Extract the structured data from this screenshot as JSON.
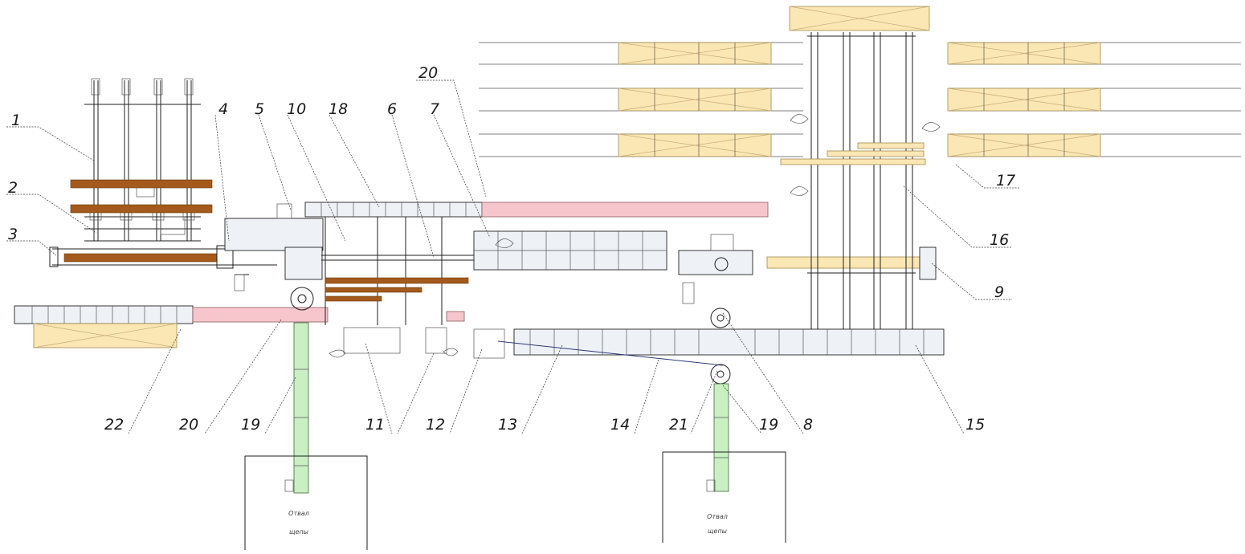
{
  "callouts": [
    {
      "id": "1",
      "text": "1"
    },
    {
      "id": "2",
      "text": "2"
    },
    {
      "id": "3",
      "text": "3"
    },
    {
      "id": "4",
      "text": "4"
    },
    {
      "id": "5",
      "text": "5"
    },
    {
      "id": "10",
      "text": "10"
    },
    {
      "id": "18",
      "text": "18"
    },
    {
      "id": "6",
      "text": "6"
    },
    {
      "id": "7",
      "text": "7"
    },
    {
      "id": "20a",
      "text": "20"
    },
    {
      "id": "17",
      "text": "17"
    },
    {
      "id": "16",
      "text": "16"
    },
    {
      "id": "9",
      "text": "9"
    },
    {
      "id": "22",
      "text": "22"
    },
    {
      "id": "20b",
      "text": "20"
    },
    {
      "id": "19a",
      "text": "19"
    },
    {
      "id": "11",
      "text": "11"
    },
    {
      "id": "12",
      "text": "12"
    },
    {
      "id": "13",
      "text": "13"
    },
    {
      "id": "14",
      "text": "14"
    },
    {
      "id": "21",
      "text": "21"
    },
    {
      "id": "19b",
      "text": "19"
    },
    {
      "id": "8",
      "text": "8"
    },
    {
      "id": "15",
      "text": "15"
    }
  ],
  "bins": [
    {
      "line1": "Отвал",
      "line2": "щепы"
    },
    {
      "line1": "Отвал",
      "line2": "щепы"
    }
  ],
  "colors": {
    "line": "#1f1f1f",
    "conveyor_pink": "#f6c6cc",
    "conveyor_green": "#c9efc3",
    "stack_cream": "#fbe7b4",
    "timber_brown": "#a35a1c",
    "machine_blue": "#eef2f7"
  }
}
